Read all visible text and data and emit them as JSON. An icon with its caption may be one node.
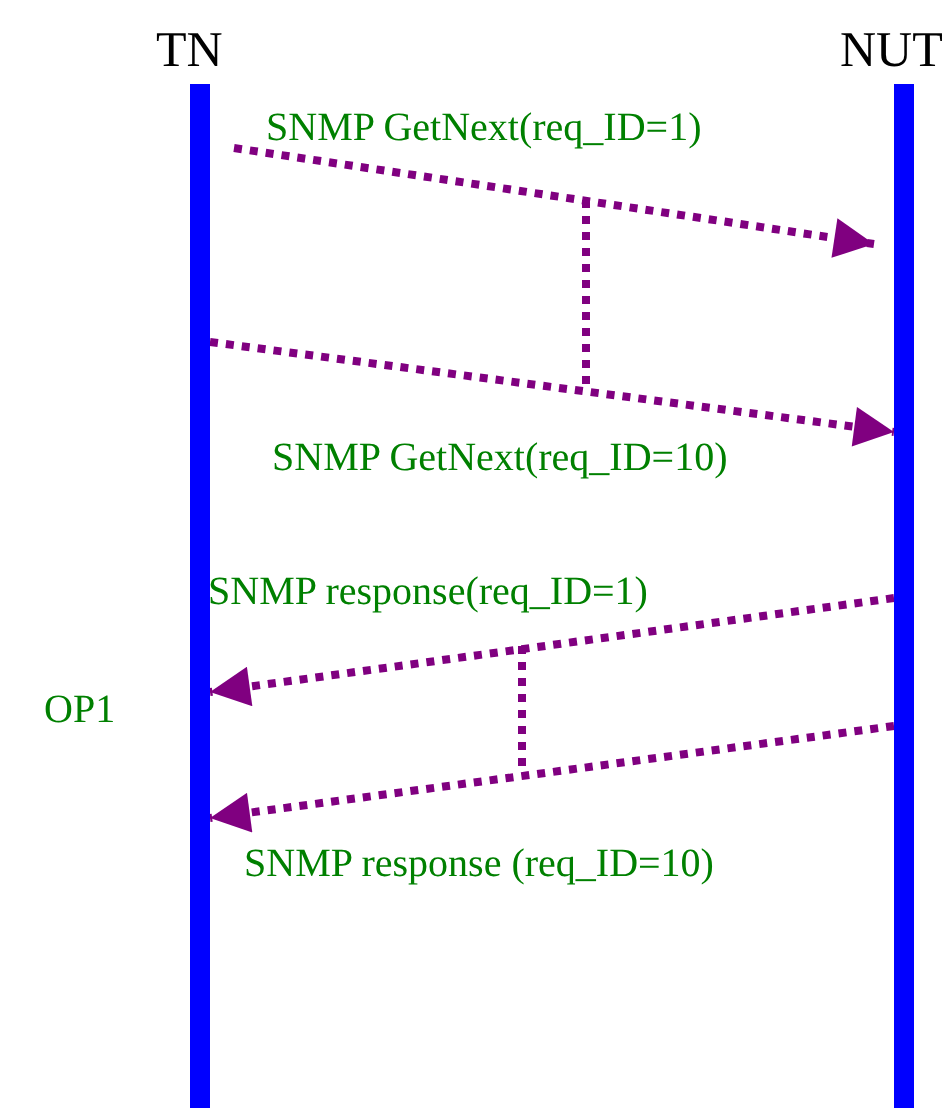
{
  "diagram": {
    "nodes": [
      {
        "text": [
          "TN"
        ]
      },
      {
        "text": [
          "NUT"
        ]
      }
    ],
    "edges": [
      {
        "from": 0,
        "to": 1,
        "arrow": "to",
        "label": "SNMP GetNext(req_ID=1)"
      },
      {
        "from": 0,
        "to": 1,
        "arrow": "to",
        "label": "SNMP GetNext(req_ID=10)"
      },
      {
        "from": 1,
        "to": 0,
        "arrow": "to",
        "label": "SNMP response(req_ID=1)"
      },
      {
        "from": 1,
        "to": 0,
        "arrow": "to",
        "label": "SNMP response (req_ID=10)"
      }
    ],
    "labels": [
      "OP1"
    ]
  }
}
